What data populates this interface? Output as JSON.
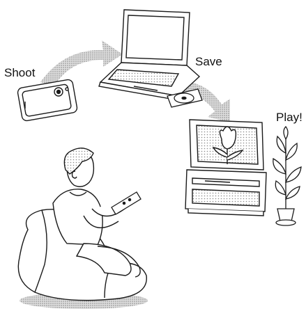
{
  "labels": {
    "shoot": "Shoot",
    "save": "Save",
    "play": "Play!"
  },
  "colors": {
    "line": "#1a1a1a",
    "arrow_fill": "#c4c4c4",
    "paper": "#ffffff"
  },
  "icons": [
    "camera-icon",
    "laptop-icon",
    "disc-icon",
    "television-icon",
    "tv-stand-icon",
    "potted-plant-icon",
    "person-on-chair-icon",
    "remote-control-icon"
  ]
}
